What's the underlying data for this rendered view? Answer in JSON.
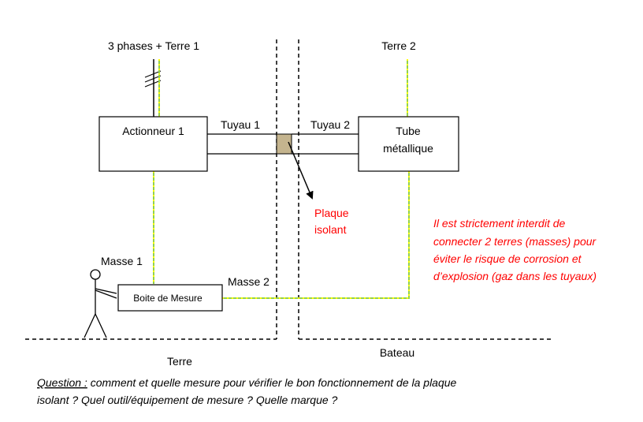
{
  "labels": {
    "top_left": "3 phases + Terre 1",
    "top_right": "Terre 2",
    "actionneur": "Actionneur 1",
    "tuyau1": "Tuyau 1",
    "tuyau2": "Tuyau 2",
    "tube_line1": "Tube",
    "tube_line2": "métallique",
    "plaque_line1": "Plaque",
    "plaque_line2": "isolant",
    "masse1": "Masse 1",
    "masse2": "Masse 2",
    "boite": "Boite de Mesure",
    "terre": "Terre",
    "bateau": "Bateau"
  },
  "warning": {
    "lines": [
      "Il est strictement interdit de",
      "connecter 2 terres (masses) pour",
      "éviter le risque de corrosion et",
      "d’explosion (gaz dans les tuyaux)"
    ]
  },
  "question": {
    "prefix": "Question :",
    "line1_rest": " comment et quelle mesure pour vérifier le bon fonctionnement de la plaque",
    "line2": "isolant ? Quel outil/équipement de mesure ? Quelle marque ?"
  },
  "colors": {
    "earth_wire_green": "#92d050",
    "earth_wire_yellow": "#ffff00",
    "warning_red": "#ff0000",
    "insulator_fill": "#c4b48e"
  }
}
